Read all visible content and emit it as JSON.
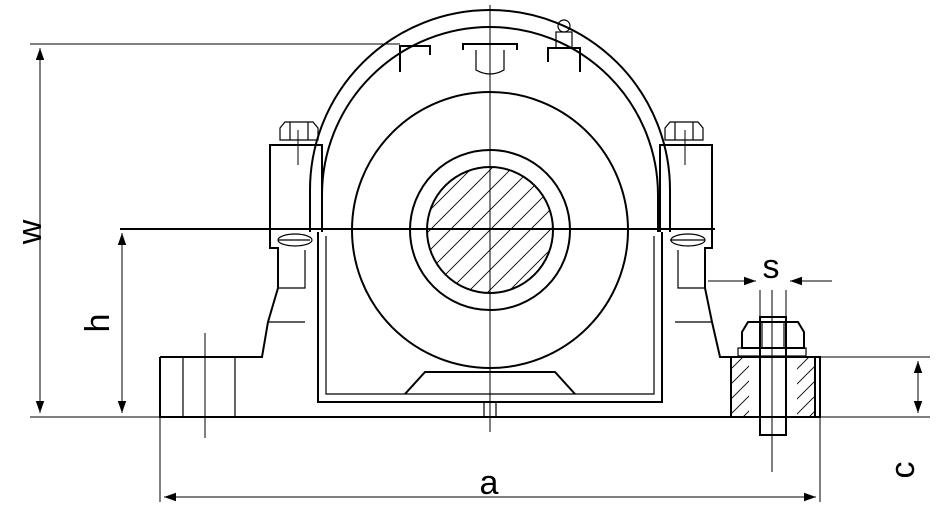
{
  "labels": {
    "w": "w",
    "h": "h",
    "a": "a",
    "s": "s",
    "c": "c"
  }
}
